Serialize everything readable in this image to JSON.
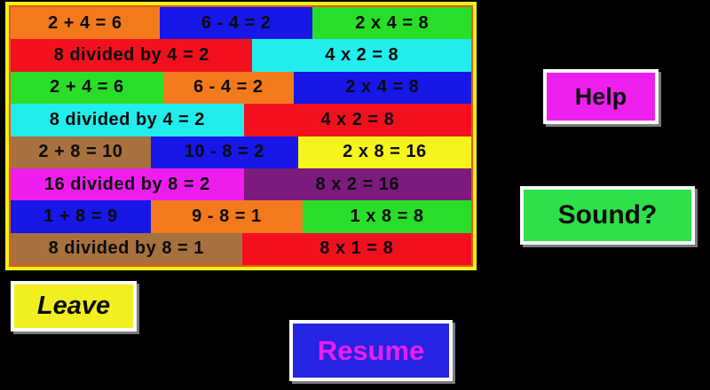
{
  "colors": {
    "background": "#000000",
    "panel_border": "#f4f01d",
    "panel_inner_line": "#e8570f",
    "tile_text": "#0b0b0b"
  },
  "panel": {
    "rows": [
      {
        "cells": [
          {
            "text": "2 + 4 = 6",
            "color": "#f27a1d",
            "width_pct": 32.3
          },
          {
            "text": "6 - 4 = 2",
            "color": "#1717e8",
            "width_pct": 33.3
          },
          {
            "text": "2 x 4 = 8",
            "color": "#29de29",
            "width_pct": 34.4
          }
        ]
      },
      {
        "cells": [
          {
            "text": "8 divided by 4 = 2",
            "color": "#f2101f",
            "width_pct": 52.5
          },
          {
            "text": "4 x 2 = 8",
            "color": "#21eded",
            "width_pct": 47.5
          }
        ]
      },
      {
        "cells": [
          {
            "text": "2 + 4 = 6",
            "color": "#29de29",
            "width_pct": 33.1
          },
          {
            "text": "6 - 4 = 2",
            "color": "#f27a1d",
            "width_pct": 28.3
          },
          {
            "text": "2 x 4 = 8",
            "color": "#1717e8",
            "width_pct": 38.6
          }
        ]
      },
      {
        "cells": [
          {
            "text": "8 divided by 4 = 2",
            "color": "#21eded",
            "width_pct": 50.6
          },
          {
            "text": "4 x 2 = 8",
            "color": "#f2101f",
            "width_pct": 49.4
          }
        ]
      },
      {
        "cells": [
          {
            "text": "2 + 8 = 10",
            "color": "#a6713e",
            "width_pct": 30.4
          },
          {
            "text": "10 - 8 = 2",
            "color": "#1717e8",
            "width_pct": 32.0
          },
          {
            "text": "2 x 8 = 16",
            "color": "#f5f41b",
            "width_pct": 37.6
          }
        ]
      },
      {
        "cells": [
          {
            "text": "16 divided by 8 = 2",
            "color": "#ee1dee",
            "width_pct": 50.6
          },
          {
            "text": "8 x 2 = 16",
            "color": "#7d1a7d",
            "width_pct": 49.4
          }
        ]
      },
      {
        "cells": [
          {
            "text": "1 + 8 = 9",
            "color": "#1717e8",
            "width_pct": 30.4
          },
          {
            "text": "9 - 8 = 1",
            "color": "#f27a1d",
            "width_pct": 33.0
          },
          {
            "text": "1 x 8 = 8",
            "color": "#29de29",
            "width_pct": 36.6
          }
        ]
      },
      {
        "cells": [
          {
            "text": "8 divided by 8 = 1",
            "color": "#a6713e",
            "width_pct": 50.2
          },
          {
            "text": "8 x 1 = 8",
            "color": "#f2101f",
            "width_pct": 49.8
          }
        ]
      }
    ]
  },
  "buttons": {
    "help": {
      "label": "Help",
      "bg": "#ee1fee",
      "text_color": "#0b0b0b"
    },
    "sound": {
      "label": "Sound?",
      "bg": "#2ee04a",
      "text_color": "#0b0b0b"
    },
    "leave": {
      "label": "Leave",
      "bg": "#f2ef20",
      "text_color": "#0b0b0b"
    },
    "resume": {
      "label": "Resume",
      "bg": "#2424e2",
      "text_color": "#ee1dee"
    }
  }
}
